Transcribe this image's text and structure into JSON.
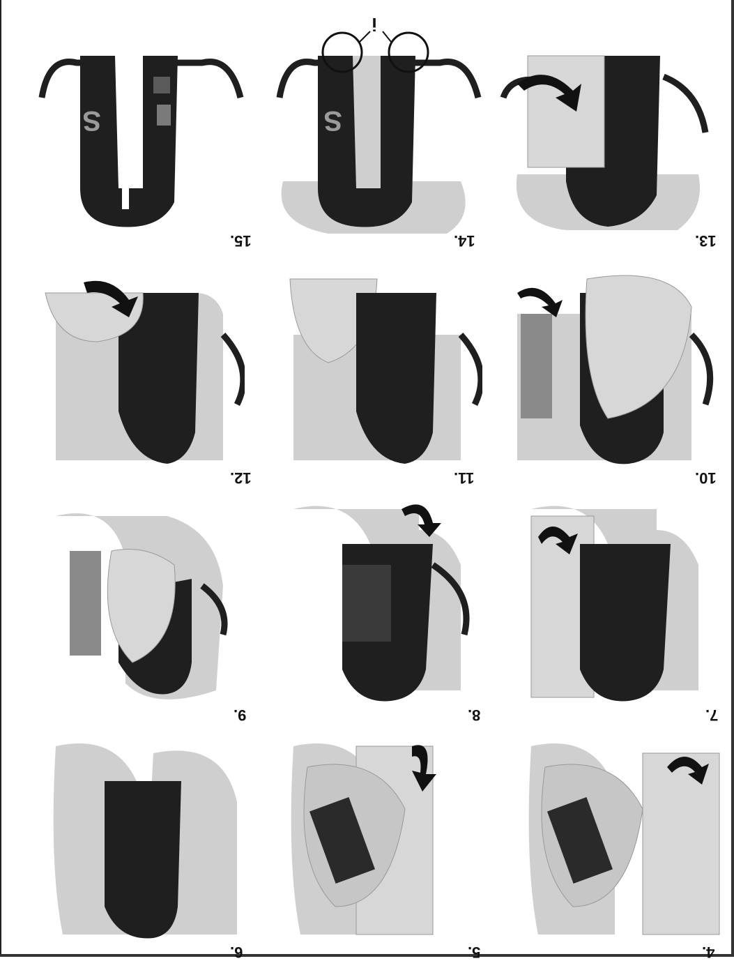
{
  "steps": [
    {
      "label": "15."
    },
    {
      "label": "14."
    },
    {
      "label": "13."
    },
    {
      "label": "12."
    },
    {
      "label": "11."
    },
    {
      "label": "10."
    },
    {
      "label": "9."
    },
    {
      "label": "8."
    },
    {
      "label": "7."
    },
    {
      "label": "6."
    },
    {
      "label": "5."
    },
    {
      "label": "4."
    }
  ],
  "info_symbol": "i",
  "colors": {
    "fabric_light": "#cfcfcf",
    "fabric_dark": "#1f1f1f",
    "fabric_mid": "#8a8a8a",
    "arrow": "#111111"
  },
  "icons": {
    "fold_arrow": "curved-arrow-icon",
    "info": "info-icon",
    "circle_highlight": "circle-highlight-icon"
  }
}
